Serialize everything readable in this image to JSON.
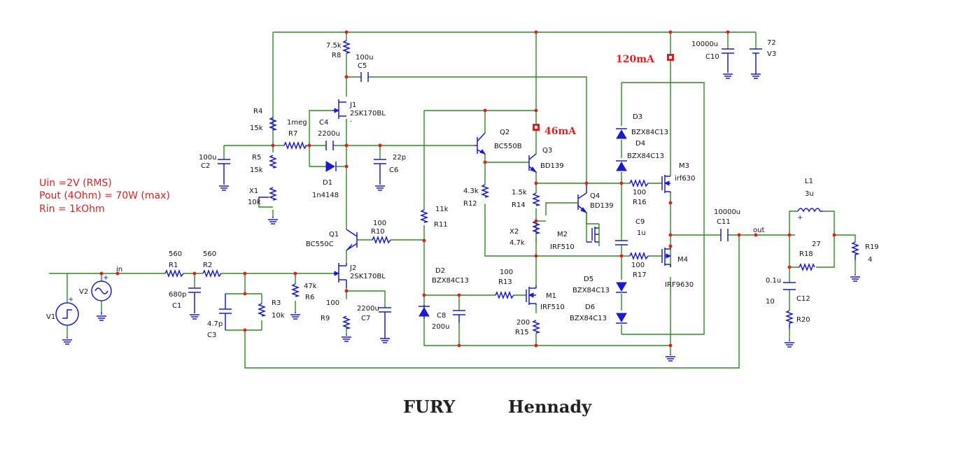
{
  "title": {
    "left": "FURY",
    "right": "Hennady"
  },
  "notes": [
    "Uin =2V (RMS)",
    "Pout (4Ohm) = 70W (max)",
    "Rin = 1kOhm"
  ],
  "measurements": {
    "m1": "120mA",
    "m2": "46mA"
  },
  "nets": {
    "in": "in",
    "out": "out"
  },
  "labels": {
    "R8": "R8",
    "R8v": "7.5k",
    "C5": "C5",
    "C5v": "100u",
    "J1": "J1",
    "J1v": "2SK170BL",
    "J1dot": ".",
    "R4": "R4",
    "R4v": "15k",
    "R7": "R7",
    "R7v": "1meg",
    "C4": "C4",
    "C4v": "2200u",
    "C2": "C2",
    "C2v": "100u",
    "R5": "R5",
    "R5v": "15k",
    "X1": "X1",
    "X1v": "10k",
    "D1": "D1",
    "D1v": "1n4148",
    "C6": "C6",
    "C6v": "22p",
    "Q2": "Q2",
    "Q2v": "BC550B",
    "Q3": "Q3",
    "Q3v": "BD139",
    "R12": "R12",
    "R12v": "4.3k",
    "R14": "R14",
    "R14v": "1.5k",
    "X2": "X2",
    "X2v": "4.7k",
    "Q4": "Q4",
    "Q4v": "BD139",
    "M2": "M2",
    "M2v": "IRF510",
    "R11": "R11",
    "R11v": "11k",
    "Q1": "Q1",
    "Q1v": "BC550C",
    "R10": "R10",
    "R10v": "100",
    "J2": "J2",
    "J2v": "2SK170BL",
    "R9": "R9",
    "R9v": "100",
    "C7": "C7",
    "C7v": "2200u",
    "R1": "R1",
    "R1v": "560",
    "R2": "R2",
    "R2v": "560",
    "C1": "C1",
    "C1v": "680p",
    "R3": "R3",
    "R3v": "10k",
    "R6": "R6",
    "R6v": "47k",
    "C3": "C3",
    "C3v": "4.7p",
    "V1": "V1",
    "V2": "V2",
    "D2": "D2",
    "D2v": "BZX84C13",
    "C8": "C8",
    "C8v": "200u",
    "R13": "R13",
    "R13v": "100",
    "M1": "M1",
    "M1v": "IRF510",
    "R15": "R15",
    "R15v": "200",
    "D3": "D3",
    "D3v": "BZX84C13",
    "D4": "D4",
    "D4v": "BZX84C13",
    "M3": "M3",
    "M3v": "irf630",
    "R16": "R16",
    "R16v": "100",
    "C9": "C9",
    "C9v": "1u",
    "R17": "R17",
    "R17v": "100",
    "M4": "M4",
    "M4v": "IRF9630",
    "D5": "D5",
    "D5v": "BZX84C13",
    "D6": "D6",
    "D6v": "BZX84C13",
    "C10": "C10",
    "C10v": "10000u",
    "V3": "V3",
    "V3v": "72",
    "C11": "C11",
    "C11v": "10000u",
    "L1": "L1",
    "L1v": "3u",
    "R18": "R18",
    "R18v": "27",
    "R19": "R19",
    "R19v": "4",
    "C12": "C12",
    "C12v": "0.1u",
    "R20": "R20",
    "R20v": "10"
  }
}
